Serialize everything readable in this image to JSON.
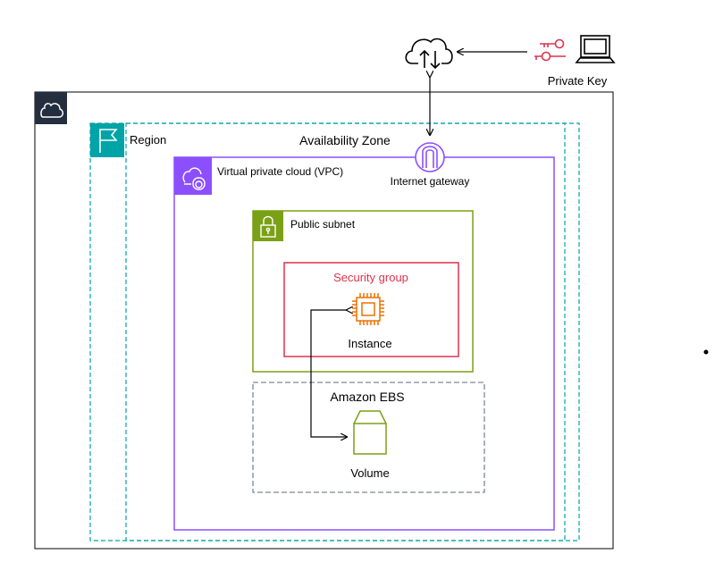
{
  "labels": {
    "private_key": "Private Key",
    "region": "Region",
    "availability_zone": "Availability Zone",
    "vpc": "Virtual private cloud (VPC)",
    "internet_gateway": "Internet gateway",
    "public_subnet": "Public subnet",
    "security_group": "Security group",
    "instance": "Instance",
    "amazon_ebs": "Amazon EBS",
    "volume": "Volume"
  },
  "colors": {
    "cloud_badge": "#232f3e",
    "region": "#00a4a6",
    "vpc": "#8c4fff",
    "subnet": "#7aa116",
    "security_group": "#dd344c",
    "instance": "#ed7100",
    "ebs_border": "#7d8998",
    "key": "#dd344c",
    "line": "#000000"
  },
  "icons": [
    "cloud-icon",
    "flag-icon",
    "vpc-cloud-icon",
    "internet-gateway-icon",
    "lock-icon",
    "chip-icon",
    "volume-icon",
    "key-icon",
    "laptop-icon",
    "internet-cloud-icon"
  ]
}
